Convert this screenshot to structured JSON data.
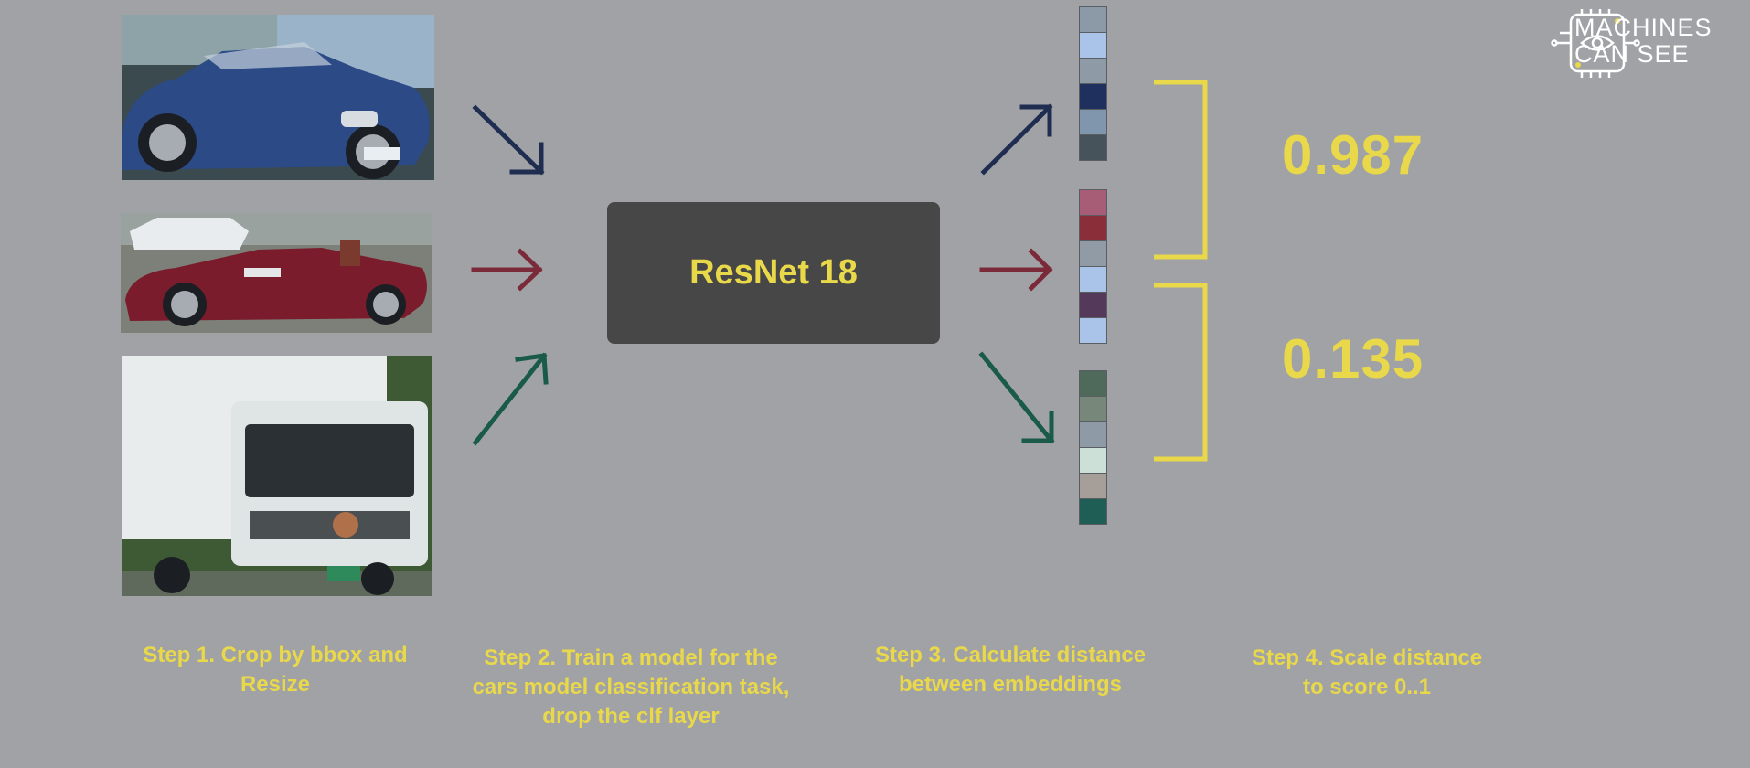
{
  "model": {
    "label": "ResNet 18"
  },
  "scores": [
    "0.987",
    "0.135"
  ],
  "steps": [
    "Step 1. Crop by bbox and\nResize",
    "Step 2. Train a model for the\ncars model classification task,\ndrop the clf layer",
    "Step 3. Calculate distance\nbetween embeddings",
    "Step 4. Scale distance\nto score 0..1"
  ],
  "logo": {
    "line1": "MACHINES",
    "line2": "CAN SEE"
  },
  "colors": {
    "accent": "#e8d84a",
    "arrow_blue": "#1f2d50",
    "arrow_red": "#7a2a38",
    "arrow_green": "#1a5a48",
    "model_box": "#474747",
    "background": "#a0a2a6"
  },
  "embeddings": [
    {
      "name": "blue-car",
      "cells": [
        "#8c9aa8",
        "#a9c4e8",
        "#8e9aa6",
        "#1f2f5e",
        "#7f96ad",
        "#46535b"
      ]
    },
    {
      "name": "red-car",
      "cells": [
        "#a85d76",
        "#8a2f3a",
        "#919ba6",
        "#a9c4e8",
        "#55395a",
        "#a9c4e8"
      ]
    },
    {
      "name": "truck",
      "cells": [
        "#4f6a5a",
        "#77887a",
        "#8e9aa6",
        "#cde0d8",
        "#a69e98",
        "#1e5e55"
      ]
    }
  ],
  "images": [
    {
      "name": "blue-convertible-car"
    },
    {
      "name": "red-convertible-car"
    },
    {
      "name": "white-box-truck"
    }
  ]
}
